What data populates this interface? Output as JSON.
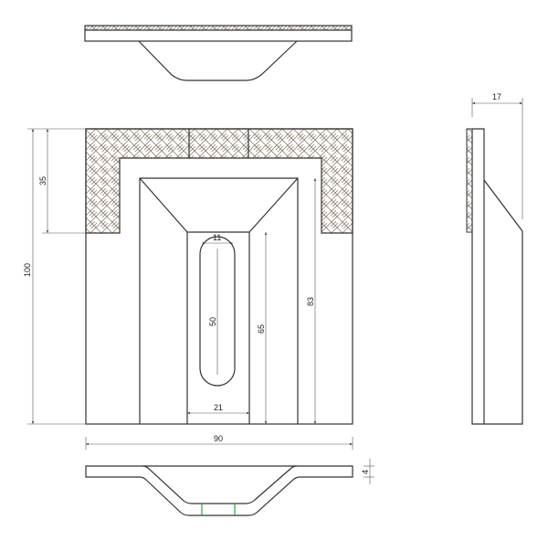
{
  "drawing": {
    "dimensions": {
      "overall_height": "100",
      "hatched_band_height": "35",
      "inner_height": "83",
      "slot_panel_height": "65",
      "slot_length": "50",
      "slot_width": "11",
      "bottom_width": "21",
      "overall_width": "90",
      "side_depth": "17",
      "thickness": "4"
    },
    "colors": {
      "line": "#333333",
      "hatch": "#8a7a6a",
      "marker": "#22aa33"
    }
  }
}
